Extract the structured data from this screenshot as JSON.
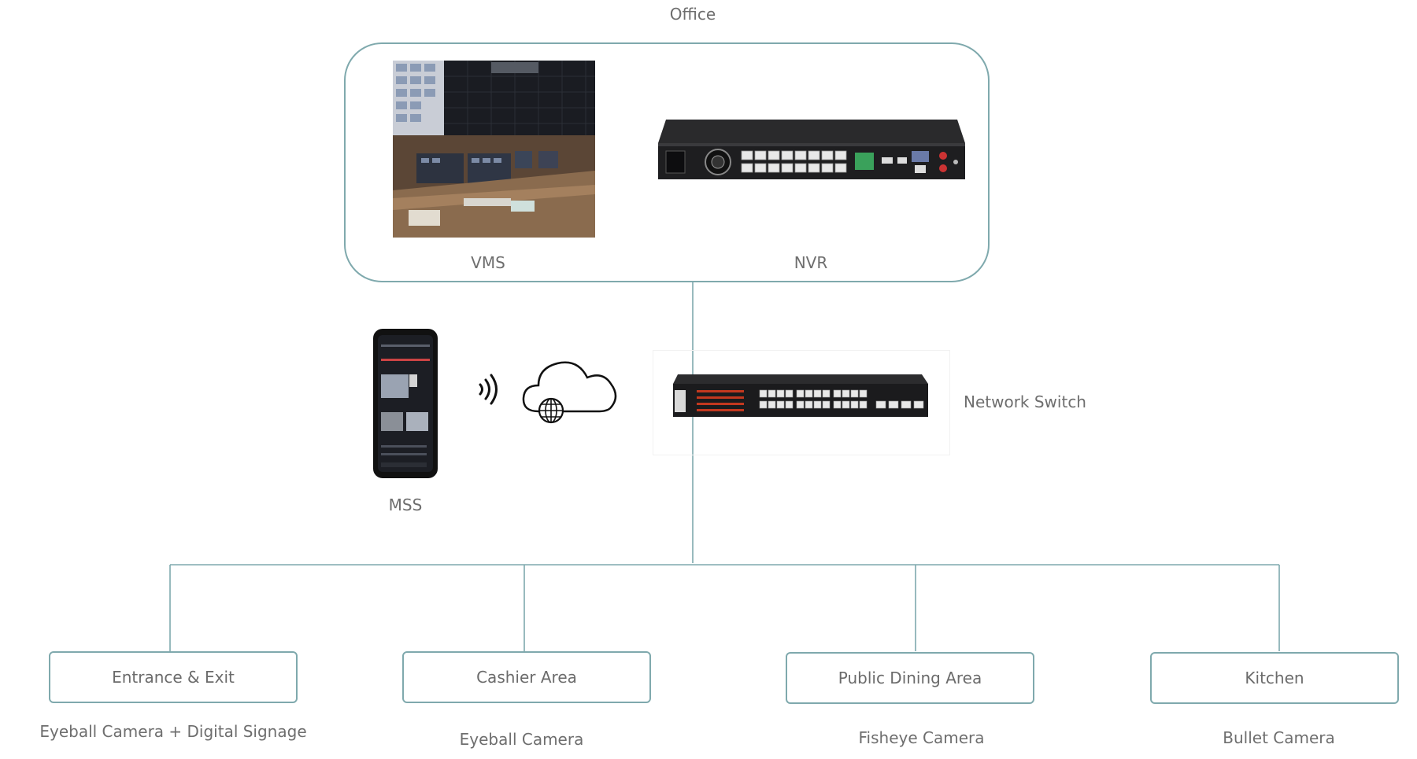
{
  "office": {
    "title": "Office"
  },
  "devices": {
    "vms": "VMS",
    "nvr": "NVR",
    "mss": "MSS",
    "switch": "Network Switch"
  },
  "areas": [
    {
      "name": "Entrance & Exit",
      "camera": "Eyeball Camera + Digital Signage"
    },
    {
      "name": "Cashier Area",
      "camera": "Eyeball Camera"
    },
    {
      "name": "Public Dining Area",
      "camera": "Fisheye Camera"
    },
    {
      "name": "Kitchen",
      "camera": "Bullet Camera"
    }
  ],
  "colors": {
    "line": "#7fa9ad",
    "text": "#6b6b6b"
  }
}
